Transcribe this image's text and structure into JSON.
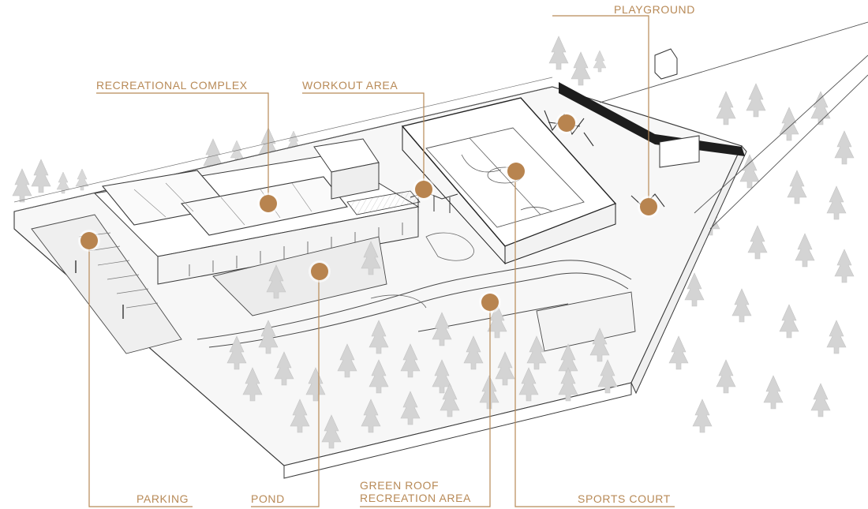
{
  "labels": {
    "playground": "PLAYGROUND",
    "recreational_complex": "RECREATIONAL COMPLEX",
    "workout_area": "WORKOUT AREA",
    "parking": "PARKING",
    "pond": "POND",
    "green_roof_line1": "GREEN ROOF",
    "green_roof_line2": "RECREATION AREA",
    "sports_court": "SPORTS COURT"
  },
  "colors": {
    "accent": "#b88a57",
    "marker_fill": "#b8844f",
    "line": "#444444",
    "tree": "#d2d2d2",
    "paving": "#ededed"
  }
}
